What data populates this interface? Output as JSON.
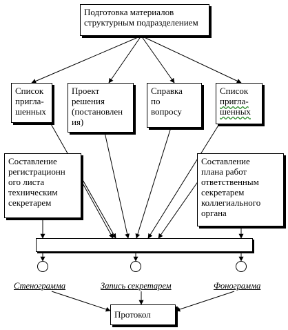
{
  "top": {
    "text": "Подготовка материалов\nструктурным подразделением"
  },
  "docs": [
    {
      "text": "Список\nпригла-\nшенных"
    },
    {
      "text": "Проект\nрешения\n(постановлен\nия)"
    },
    {
      "text": "Справка\nпо\nвопросу"
    },
    {
      "line1": "Список",
      "line2": "пригла-",
      "line3": "шенных"
    }
  ],
  "tech": {
    "text": "Составление\nрегистрационн\nого листа\nтехническим\nсекретарем"
  },
  "plan": {
    "text": "Составление\nплана работ\nответственным\nсекретарем\nколлегиального\nоргана"
  },
  "outputs": [
    {
      "label": "Стенограмма"
    },
    {
      "label": "Запись секретарем"
    },
    {
      "label": "Фонограмма"
    }
  ],
  "final": {
    "text": "Протокол"
  }
}
